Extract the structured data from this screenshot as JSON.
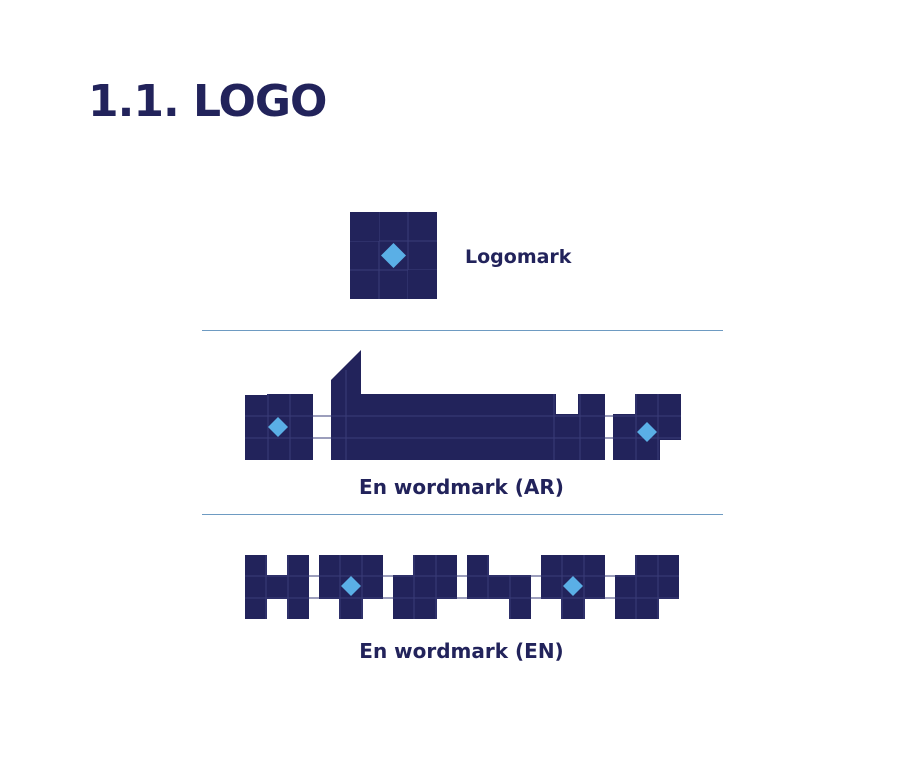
{
  "page": {
    "title": "1.1. LOGO"
  },
  "logomark": {
    "label": "Logomark",
    "icon": "nassaz-n-logomark"
  },
  "wordmark_ar": {
    "label": "En wordmark (AR)",
    "icon": "arabic-wordmark"
  },
  "wordmark_en": {
    "label": "En wordmark (EN)",
    "icon": "english-wordmark"
  },
  "colors": {
    "brand_navy": "#22235b",
    "accent_blue": "#5aafe6",
    "divider": "#6e9bc2",
    "grid": "#3a3c78"
  }
}
